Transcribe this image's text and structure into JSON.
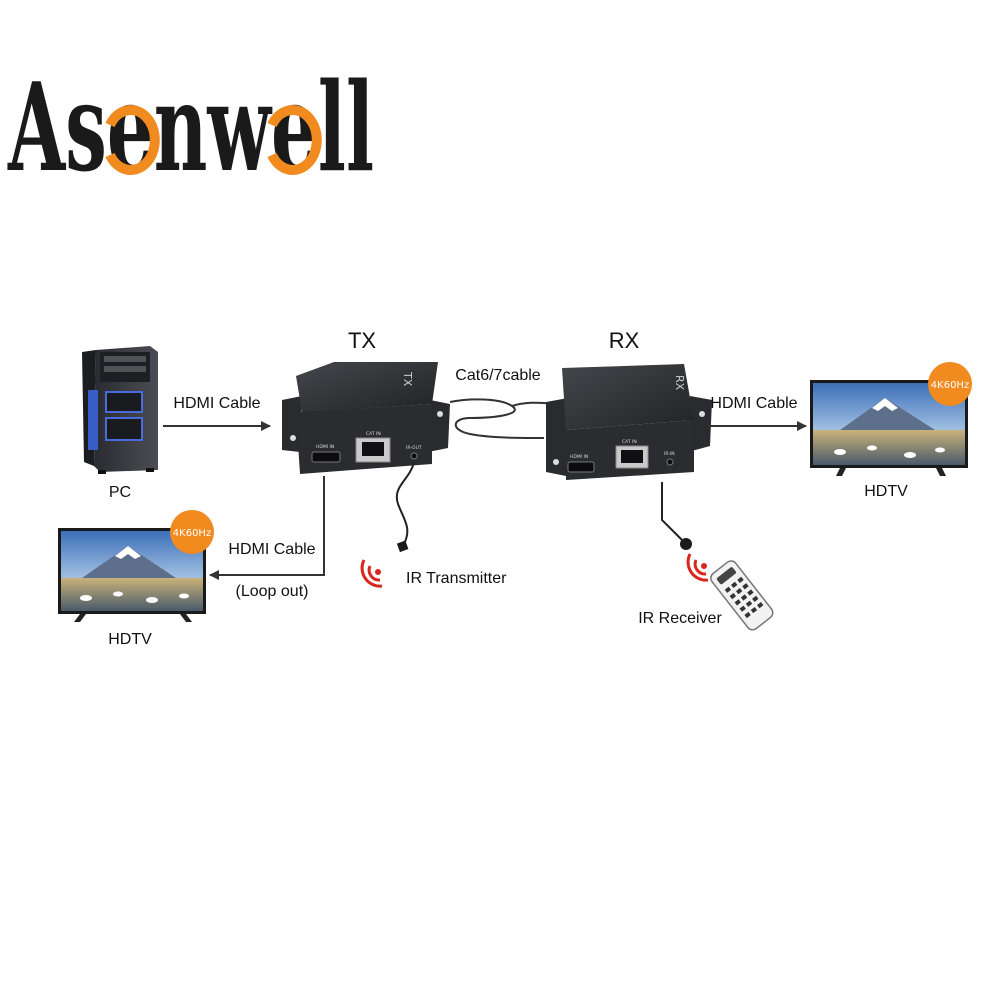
{
  "brand": {
    "logo_text": "Asenwell",
    "logo_color": "#1a1a1a",
    "accent_color": "#f18a1f"
  },
  "labels": {
    "tx": "TX",
    "rx": "RX",
    "hdmi_cable_left": "HDMI Cable",
    "hdmi_cable_right": "HDMI Cable",
    "hdmi_cable_loop": "HDMI Cable",
    "loop_out": "(Loop out)",
    "cat_cable": "Cat6/7cable",
    "pc": "PC",
    "hdtv_right": "HDTV",
    "hdtv_left": "HDTV",
    "ir_transmitter": "IR Transmitter",
    "ir_receiver": "IR Receiver"
  },
  "badges": {
    "right_tv": "4K60Hz",
    "left_tv": "4K60Hz"
  },
  "device_text": {
    "tx_side": "TX",
    "rx_side": "RX",
    "tx_hdmi_port": "HDMI IN",
    "tx_cat_port": "CAT IN",
    "tx_ir_port": "IR-OUT",
    "rx_hdmi_port": "HDMI IN",
    "rx_cat_port": "CAT IN",
    "rx_ir_port": "IR-IN"
  },
  "icons": {
    "pc": "pc-tower-icon",
    "tv": "tv-icon",
    "remote": "remote-control-icon",
    "ir_waves": "ir-signal-icon"
  },
  "colors": {
    "device_body": "#2e2f33",
    "arrow": "#333333",
    "badge": "#f18a1f",
    "ir_red": "#d9261c"
  }
}
